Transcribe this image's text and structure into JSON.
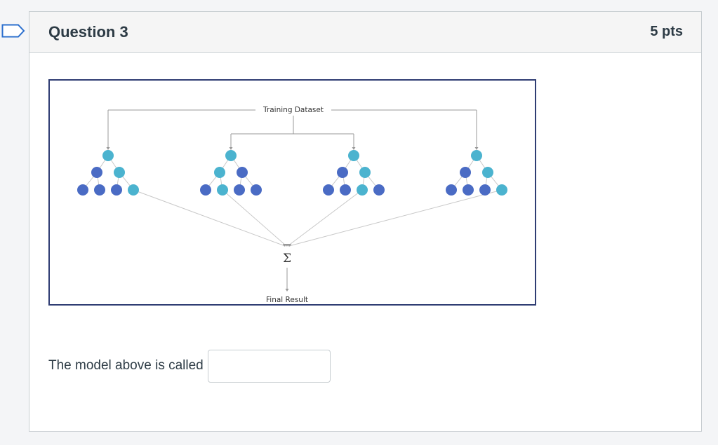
{
  "question": {
    "title": "Question 3",
    "points": "5 pts",
    "prompt_text": "The model above is called",
    "answer_value": "",
    "answer_placeholder": ""
  },
  "diagram": {
    "top_label": "Training Dataset",
    "bottom_label": "Final Result",
    "sum_symbol": "Σ",
    "colors": {
      "dark_node": "#4a6bc4",
      "light_node": "#4bb3cf",
      "line": "#c8c8c8",
      "border": "#2f3d73"
    },
    "trees": [
      {
        "level2": [
          "dark",
          "light"
        ],
        "level3": [
          "dark",
          "dark",
          "dark",
          "light"
        ]
      },
      {
        "level2": [
          "light",
          "dark"
        ],
        "level3": [
          "dark",
          "light",
          "dark",
          "dark"
        ]
      },
      {
        "level2": [
          "dark",
          "light"
        ],
        "level3": [
          "dark",
          "dark",
          "light",
          "dark"
        ]
      },
      {
        "level2": [
          "dark",
          "light"
        ],
        "level3": [
          "dark",
          "dark",
          "dark",
          "light"
        ]
      }
    ]
  },
  "icons": {
    "bookmark": "bookmark-icon"
  }
}
